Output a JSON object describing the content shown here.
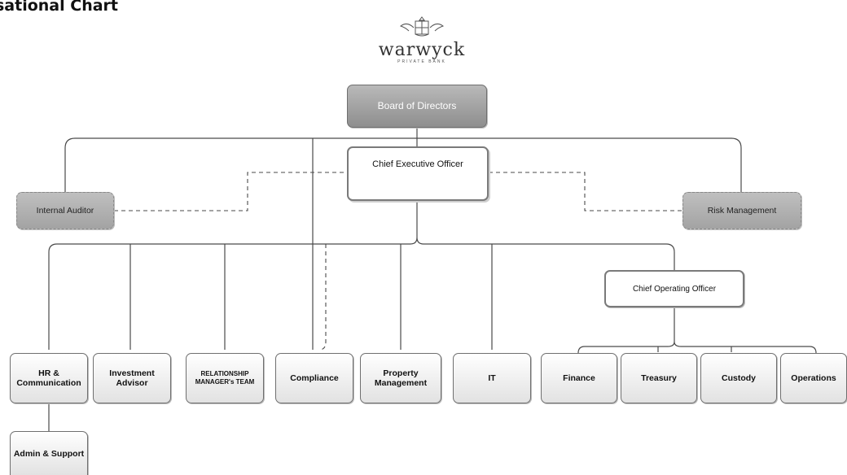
{
  "title": "sational Chart",
  "logo": {
    "word": "warwyck",
    "sub": "PRIVATE BANK"
  },
  "nodes": {
    "board": "Board of Directors",
    "ceo": "Chief Executive Officer",
    "auditor": "Internal Auditor",
    "risk": "Risk Management",
    "coo": "Chief Operating Officer",
    "hr": "HR & Communication",
    "investment": "Investment Advisor",
    "relationship": "RELATIONSHIP MANAGER's TEAM",
    "compliance": "Compliance",
    "property": "Property Management",
    "it": "IT",
    "finance": "Finance",
    "treasury": "Treasury",
    "custody": "Custody",
    "operations": "Operations",
    "admin": "Admin & Support"
  }
}
